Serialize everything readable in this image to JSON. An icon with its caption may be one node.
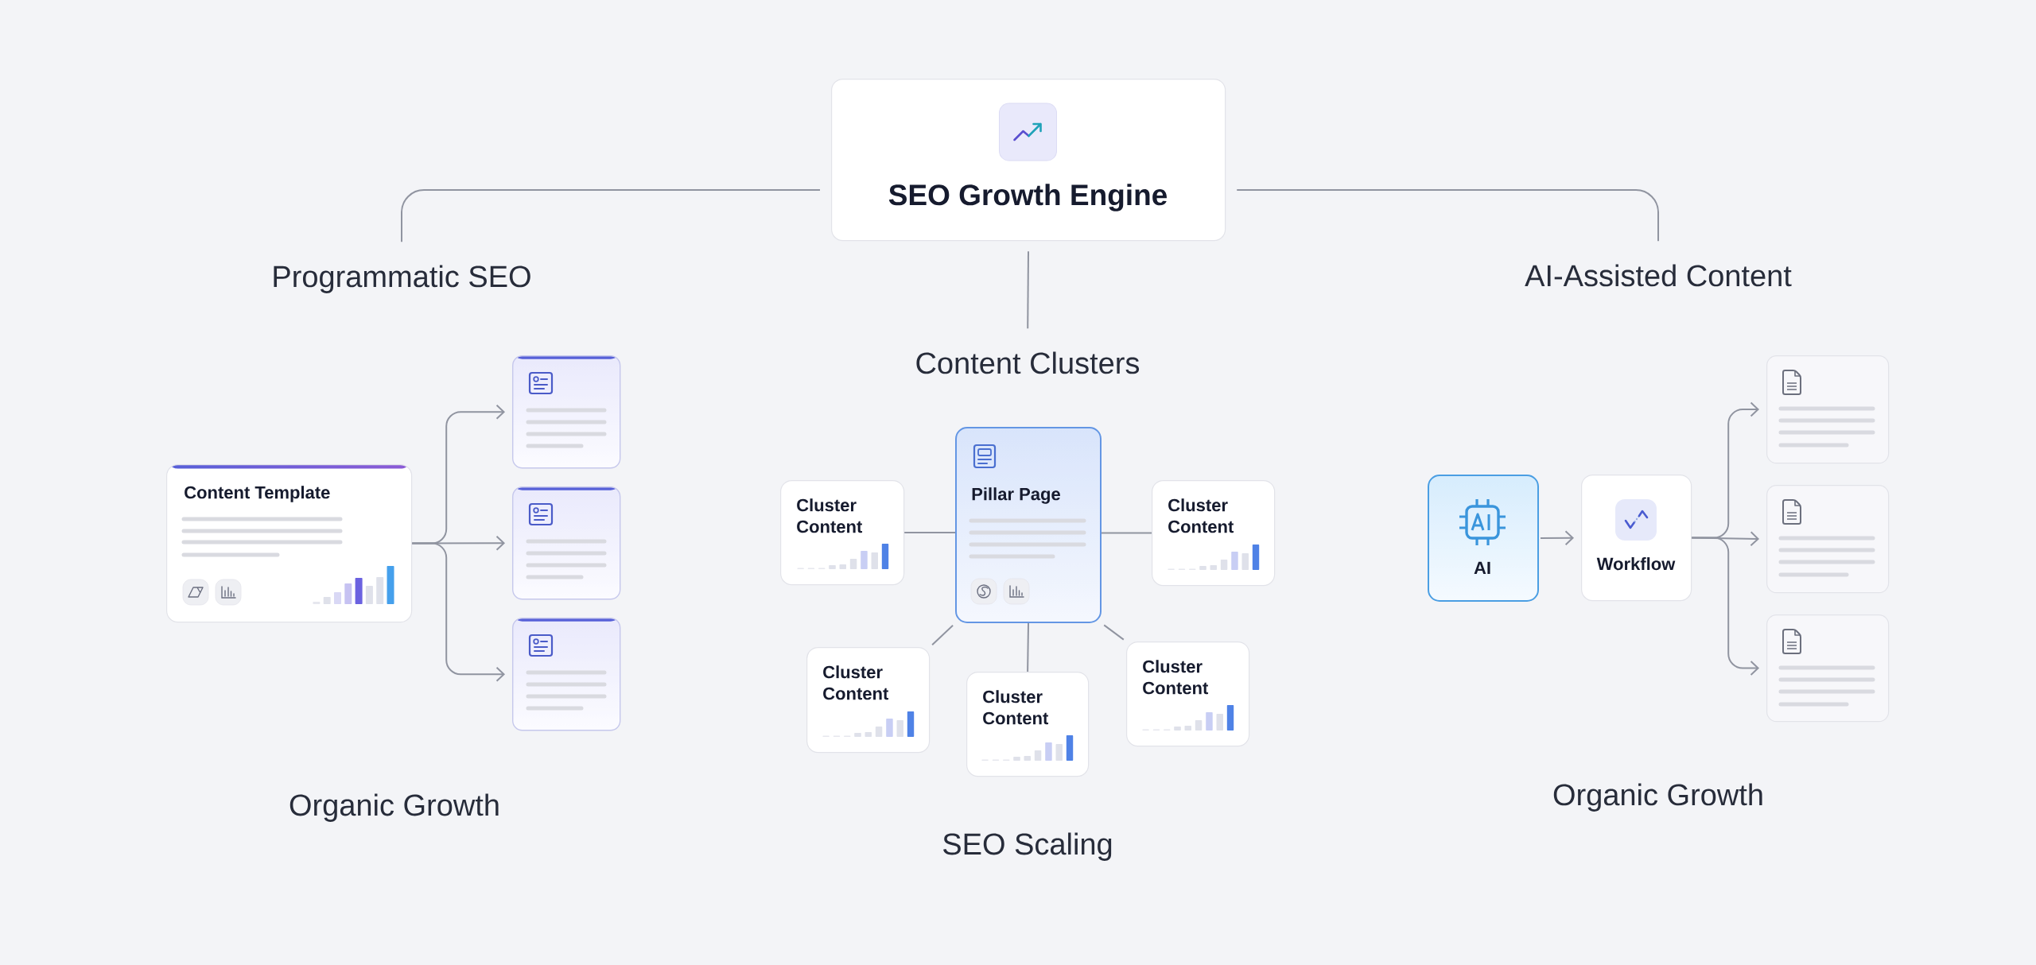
{
  "diagram": {
    "nodes": [
      {
        "text": [
          "SEO Growth Engine"
        ]
      },
      {
        "text": [
          "Programmatic SEO"
        ]
      },
      {
        "text": [
          "Content Clusters"
        ]
      },
      {
        "text": [
          "AI-Assisted Content"
        ]
      },
      {
        "text": [
          "Content Template"
        ]
      },
      {
        "text": [],
        "shape": "box"
      },
      {
        "text": [],
        "shape": "box"
      },
      {
        "text": [],
        "shape": "box"
      },
      {
        "text": [
          "Pillar Page"
        ]
      },
      {
        "text": [
          "Cluster Content"
        ]
      },
      {
        "text": [
          "Cluster Content"
        ]
      },
      {
        "text": [
          "Cluster Content"
        ]
      },
      {
        "text": [
          "Cluster Content"
        ]
      },
      {
        "text": [
          "Cluster Content"
        ]
      },
      {
        "text": [
          "AI"
        ]
      },
      {
        "text": [
          "Workflow"
        ]
      },
      {
        "text": [],
        "shape": "box"
      },
      {
        "text": [],
        "shape": "box"
      },
      {
        "text": [],
        "shape": "box"
      }
    ],
    "edges": [
      {
        "from": 0,
        "to": 1,
        "arrow": "none"
      },
      {
        "from": 0,
        "to": 2,
        "arrow": "none"
      },
      {
        "from": 0,
        "to": 3,
        "arrow": "none"
      },
      {
        "from": 4,
        "to": 5,
        "arrow": "to"
      },
      {
        "from": 4,
        "to": 6,
        "arrow": "to"
      },
      {
        "from": 4,
        "to": 7,
        "arrow": "to"
      },
      {
        "from": 8,
        "to": 9,
        "arrow": "none"
      },
      {
        "from": 8,
        "to": 10,
        "arrow": "none"
      },
      {
        "from": 8,
        "to": 11,
        "arrow": "none"
      },
      {
        "from": 8,
        "to": 12,
        "arrow": "none"
      },
      {
        "from": 8,
        "to": 13,
        "arrow": "none"
      },
      {
        "from": 14,
        "to": 15,
        "arrow": "to"
      },
      {
        "from": 15,
        "to": 16,
        "arrow": "to"
      },
      {
        "from": 15,
        "to": 17,
        "arrow": "to"
      },
      {
        "from": 15,
        "to": 18,
        "arrow": "to"
      }
    ],
    "labels": [
      "Organic Growth",
      "SEO Scaling",
      "Organic Growth"
    ]
  }
}
